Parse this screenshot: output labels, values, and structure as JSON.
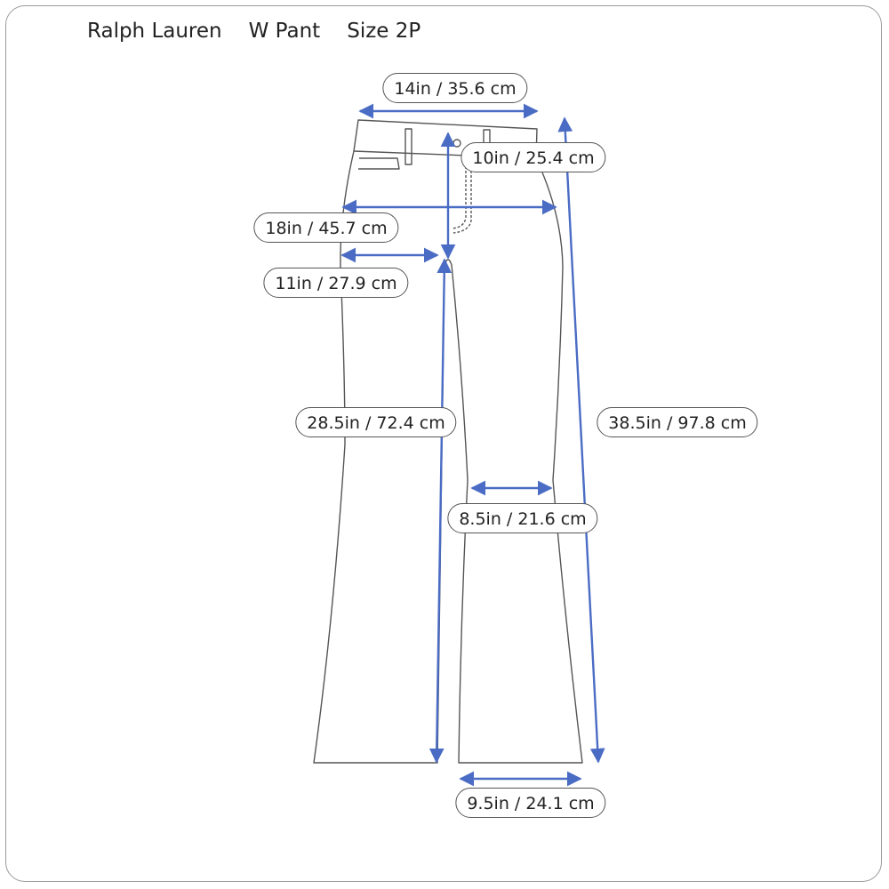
{
  "header": {
    "brand": "Ralph Lauren",
    "item": "W Pant",
    "size": "Size 2P"
  },
  "measurements": {
    "waist": "14in / 35.6 cm",
    "front_rise": "10in / 25.4 cm",
    "hip": "18in / 45.7 cm",
    "thigh": "11in / 27.9 cm",
    "inseam": "28.5in / 72.4 cm",
    "outseam": "38.5in / 97.8 cm",
    "knee": "8.5in / 21.6 cm",
    "leg_opening": "9.5in / 24.1 cm"
  },
  "colors": {
    "arrow": "#4a6cc4",
    "outline": "#555555"
  }
}
